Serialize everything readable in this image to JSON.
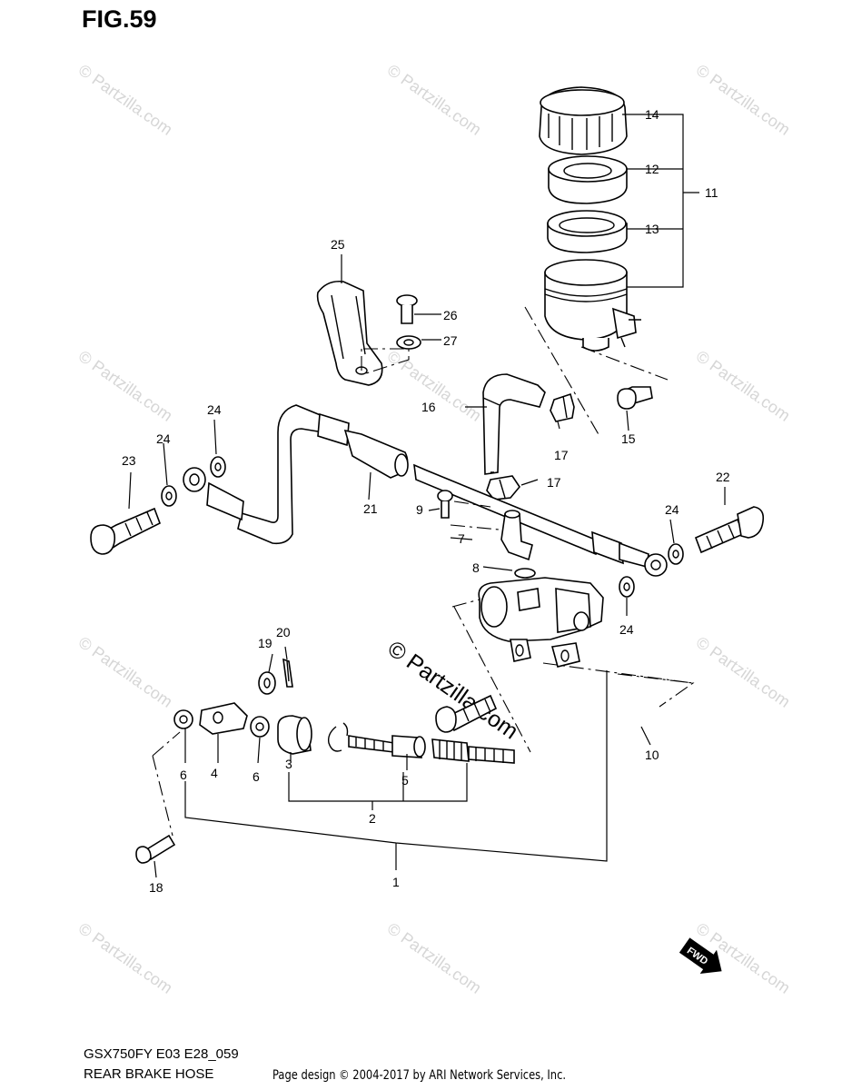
{
  "header": {
    "figure": "FIG.59"
  },
  "footer": {
    "model_code": "GSX750FY E03 E28_059",
    "diagram_name": "REAR BRAKE  HOSE",
    "credit": "Page design © 2004-2017 by ARI Network Services, Inc."
  },
  "watermark": {
    "text": "© Partzilla.com"
  },
  "fwd_badge": "FWD",
  "callouts": {
    "p1": "1",
    "p2": "2",
    "p3": "3",
    "p4": "4",
    "p5": "5",
    "p6a": "6",
    "p6b": "6",
    "p7": "7",
    "p8": "8",
    "p9": "9",
    "p10": "10",
    "p11": "11",
    "p12": "12",
    "p13": "13",
    "p14": "14",
    "p15": "15",
    "p16": "16",
    "p17a": "17",
    "p17b": "17",
    "p18": "18",
    "p19": "19",
    "p20": "20",
    "p21": "21",
    "p22": "22",
    "p23": "23",
    "p24a": "24",
    "p24b": "24",
    "p24c": "24",
    "p24d": "24",
    "p25": "25",
    "p26": "26",
    "p27": "27"
  }
}
